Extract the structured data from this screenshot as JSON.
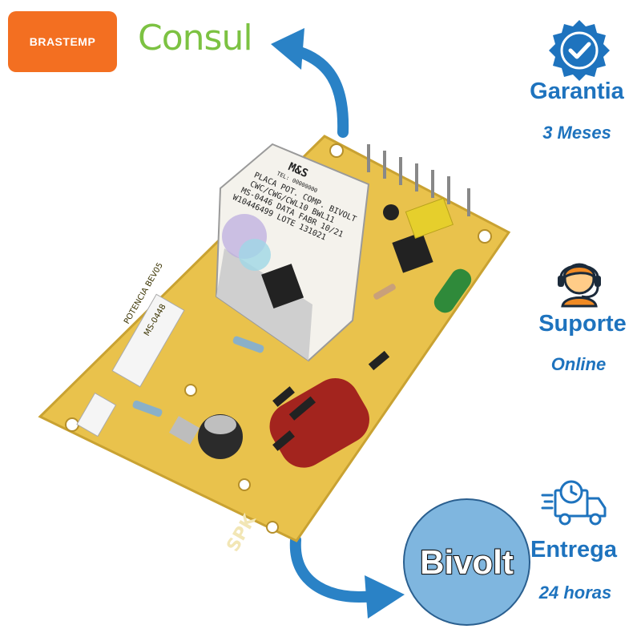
{
  "brands": {
    "brastemp": "BRASTEMP",
    "consul": "Consul"
  },
  "features": [
    {
      "title": "Garantia",
      "subtitle": "3 Meses",
      "icon": "verified-badge-icon"
    },
    {
      "title": "Suporte",
      "subtitle": "Online",
      "icon": "support-agent-icon"
    },
    {
      "title": "Entrega",
      "subtitle": "24 horas",
      "icon": "delivery-truck-icon"
    }
  ],
  "badge": "Bivolt",
  "board": {
    "relay_text": [
      "M&S",
      "TEL: 00000000",
      "PLACA POT. COMP. BIVOLT",
      "CWC/CWG/CWL10 BWL11",
      "MS-0446 DATA FABR 10/21",
      "W10446499   LOTE 131021"
    ],
    "silkscreen": [
      "POTENCIA BEV05",
      "MS-0448",
      "SPK"
    ]
  },
  "colors": {
    "accent_blue": "#1e73be",
    "brastemp_orange": "#f36f21",
    "consul_green": "#7cc242",
    "board_yellow": "#e8c44a"
  }
}
